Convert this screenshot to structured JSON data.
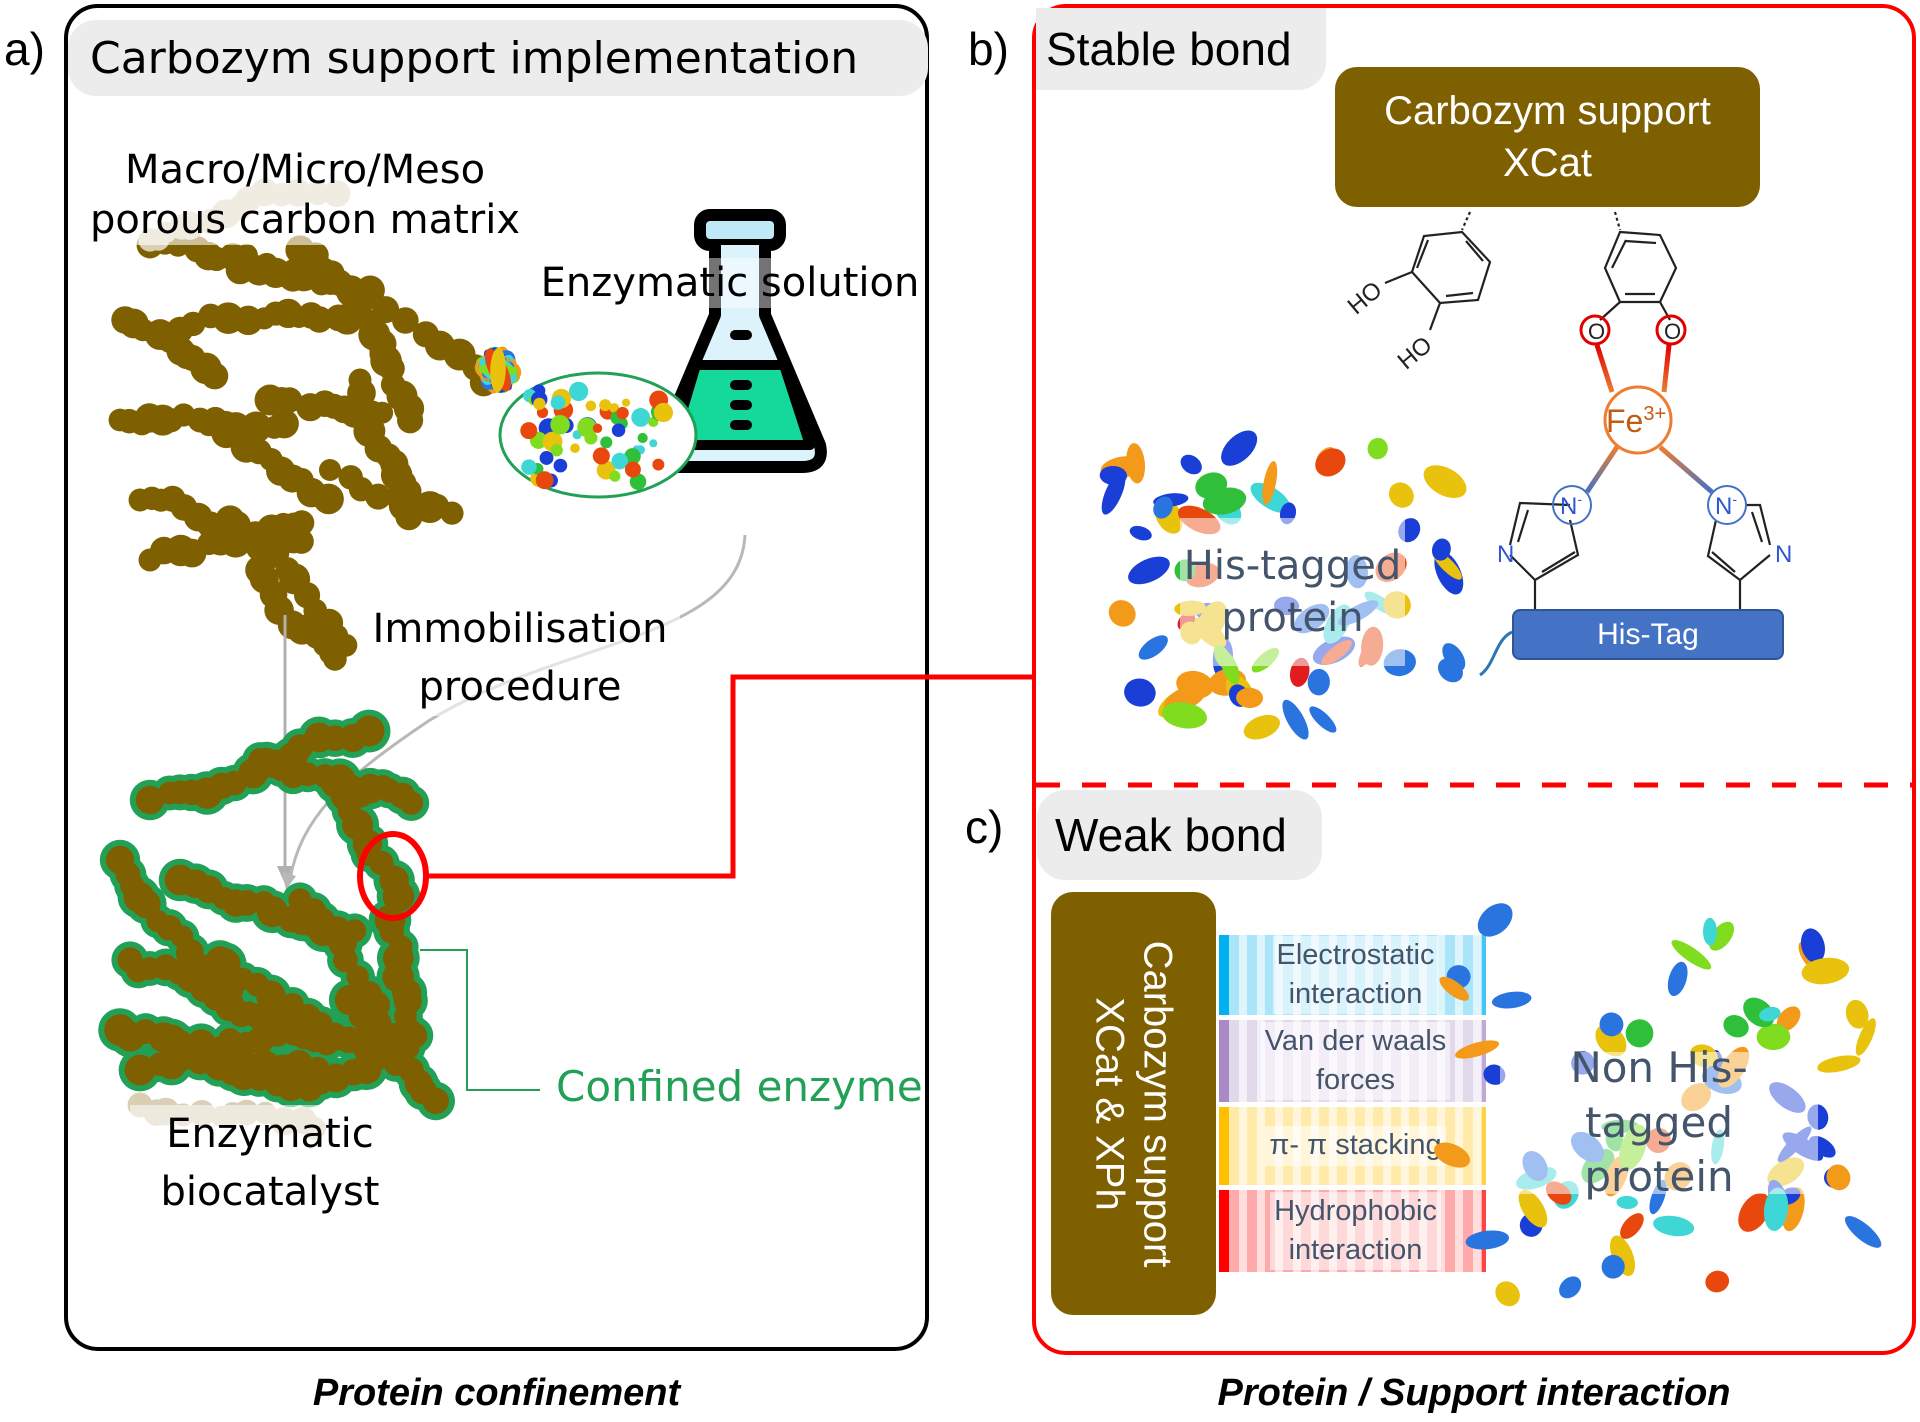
{
  "panel_a": {
    "label": "a)",
    "title": "Carbozym support implementation",
    "matrix_label_line1": "Macro/Micro/Meso",
    "matrix_label_line2": "porous carbon matrix",
    "solution_label": "Enzymatic solution",
    "procedure_line1": "Immobilisation",
    "procedure_line2": "procedure",
    "confined_label": "Confined enzyme",
    "biocatalyst_line1": "Enzymatic",
    "biocatalyst_line2": "biocatalyst",
    "caption": "Protein confinement"
  },
  "panel_b": {
    "label": "b)",
    "title": "Stable bond",
    "support_line1": "Carbozym support",
    "support_line2": "XCat",
    "ho_top": "HO",
    "ho_bottom": "HO",
    "oxygen": "O",
    "metal": "Fe",
    "metal_charge": "3+",
    "nitrogen_anion": "N",
    "nitrogen_charge": "-",
    "nitrogen": "N",
    "his_tag": "His-Tag",
    "protein_line1": "His-tagged",
    "protein_line2": "protein"
  },
  "panel_c": {
    "label": "c)",
    "title": "Weak bond",
    "support_line1": "Carbozym support",
    "support_line2": "XCat & XPh",
    "interactions": [
      {
        "line1": "Electrostatic",
        "line2": "interaction",
        "color": "#00b0f0"
      },
      {
        "line1": "Van der waals",
        "line2": "forces",
        "color": "#a98ac7"
      },
      {
        "line1": "π- π stacking",
        "line2": "",
        "color": "#ffc000"
      },
      {
        "line1": "Hydrophobic",
        "line2": "interaction",
        "color": "#ff0000"
      }
    ],
    "protein_line1": "Non His-tagged",
    "protein_line2": "protein",
    "caption": "Protein / Support interaction"
  },
  "colors": {
    "carbon_brown": "#7f6000",
    "enzyme_green": "#21a056",
    "highlight_red": "#ff0000",
    "his_tag_blue": "#4472c4",
    "fe_orange": "#ed7d31"
  }
}
